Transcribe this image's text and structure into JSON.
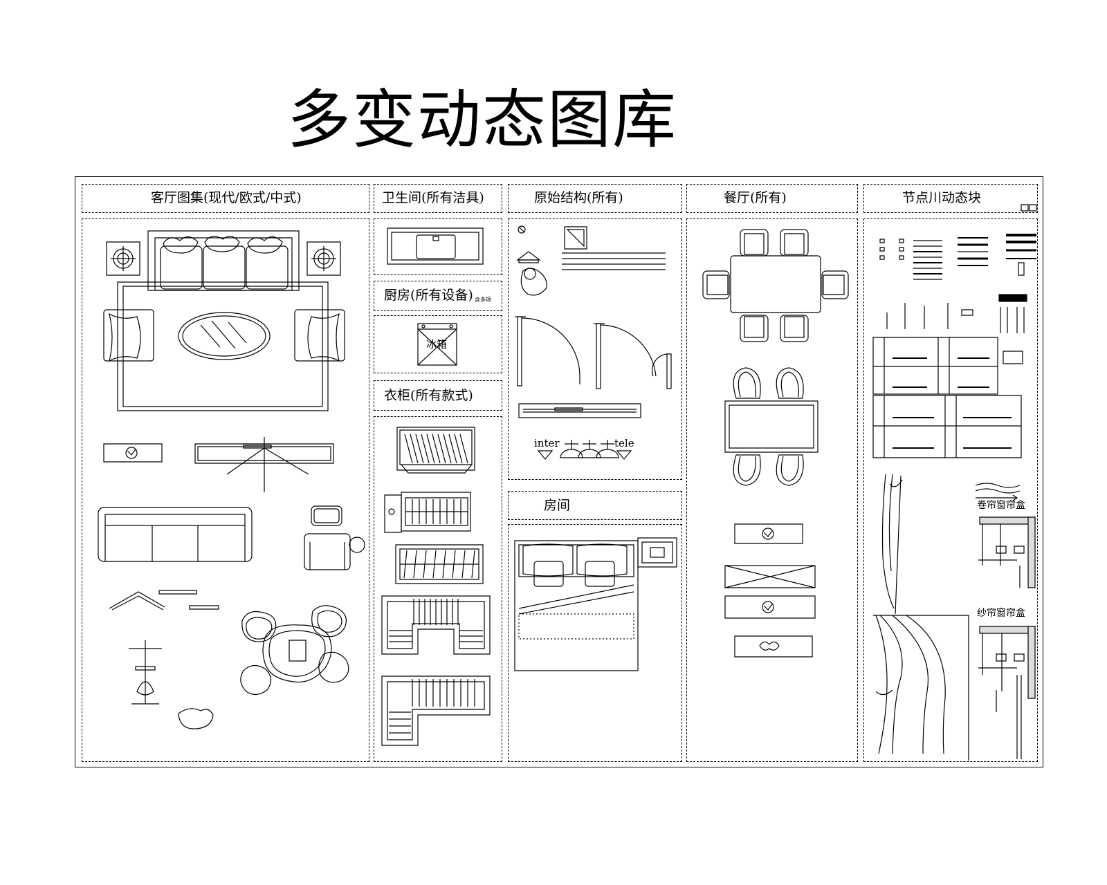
{
  "title": "多变动态图库",
  "sections": {
    "living_room": "客厅图集(现代/欧式/中式)",
    "bathroom": "卫生间(所有洁具)",
    "kitchen": "厨房(所有设备)",
    "kitchen_note": "含多项",
    "wardrobe": "衣柜(所有款式)",
    "original_structure": "原始结构(所有)",
    "room": "房间",
    "dining": "餐厅(所有)",
    "nodes": "节点川动态块"
  },
  "labels": {
    "fridge": "冰箱",
    "inter": "inter",
    "tele": "tele",
    "roller_blind_box": "卷帘窗帘盒",
    "sheer_curtain_box": "纱帘窗帘盒"
  }
}
